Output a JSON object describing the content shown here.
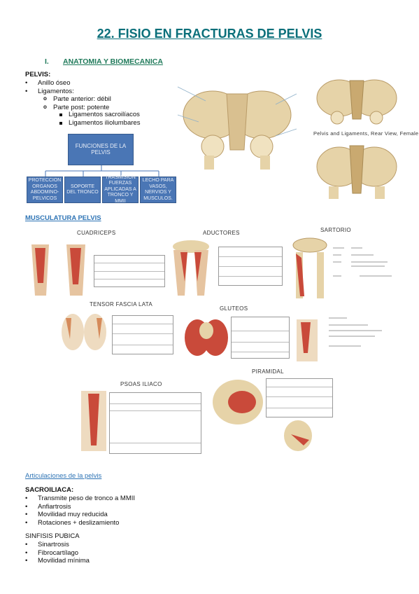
{
  "title": "22. FISIO EN FRACTURAS DE PELVIS",
  "section1": {
    "number": "I.",
    "label": "ANATOMIA Y BIOMECANICA"
  },
  "pelvis": {
    "heading": "PELVIS:",
    "items": [
      "Anillo óseo",
      "Ligamentos:"
    ],
    "sub_items": [
      "Parte anterior: débil",
      "Parte post: potente"
    ],
    "sub_sub_items": [
      "Ligamentos sacroilíacos",
      "Ligamentos iliolumbares"
    ]
  },
  "diagram": {
    "root": "FUNCIONES DE LA PELVIS",
    "children": [
      "PROTECCION ORGANOS ABDOMINO-PELVICOS",
      "SOPORTE DEL TRONCO",
      "TRASMISION FUERZAS APLICADAS A TRONCO Y MMII",
      "LECHO PARA VASOS, NERVIOS Y MUSCULOS."
    ]
  },
  "pelvis_image_caption": "Pelvis and Ligaments, Rear View, Female",
  "musculatura": {
    "heading": "MUSCULATURA PELVIS",
    "captions": {
      "cuadriceps": "CUADRICEPS",
      "aductores": "ADUCTORES",
      "sartorio": "SARTORIO",
      "tensor": "TENSOR FASCIA LATA",
      "gluteos": "GLUTEOS",
      "psoas": "PSOAS ILIACO",
      "piramidal": "PIRAMIDAL"
    }
  },
  "articulaciones": {
    "heading": "Articulaciones de la pelvis",
    "sacroiliaca": {
      "heading": "SACROILIACA:",
      "items": [
        "Transmite peso de tronco a MMII",
        "Anfiartrosis",
        "Movilidad muy reducida",
        "Rotaciones + deslizamiento"
      ]
    },
    "sinfisis": {
      "heading": "SINFISIS PUBICA",
      "items": [
        "Sinartrosis",
        "Fibrocartílago",
        "Movilidad mínima"
      ]
    }
  },
  "colors": {
    "title": "#0a6f7a",
    "section": "#2e74b5",
    "box": "#4a76b5",
    "bone": "#e6d3a8",
    "muscle": "#c94a3a"
  }
}
